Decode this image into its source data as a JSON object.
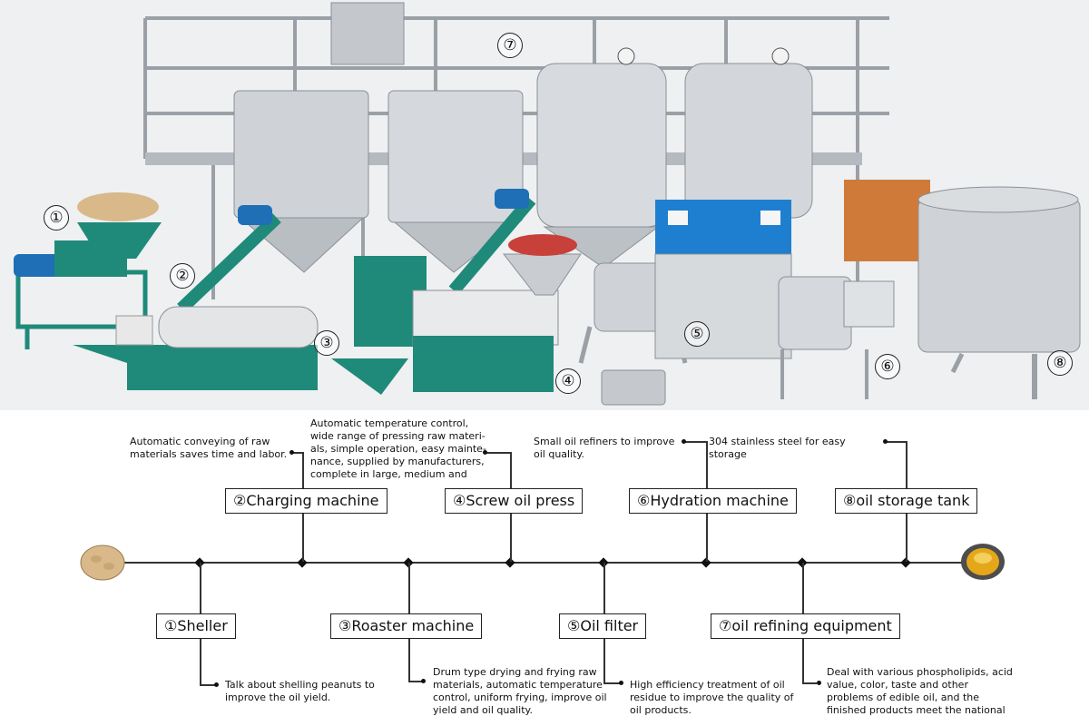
{
  "photo": {
    "labels": [
      "①",
      "②",
      "③",
      "④",
      "⑤",
      "⑥",
      "⑦",
      "⑧"
    ]
  },
  "stages": [
    {
      "id": "1",
      "title": "①Sheller",
      "desc": "Talk about shelling peanuts to improve the oil yield."
    },
    {
      "id": "2",
      "title": "②Charging machine",
      "desc": "Automatic conveying of raw materials saves time and labor."
    },
    {
      "id": "3",
      "title": "③Roaster machine",
      "desc": "Drum type drying and frying raw materials, automatic temperature control, uniform frying, improve oil yield and oil quality."
    },
    {
      "id": "4",
      "title": "④Screw oil press",
      "desc": "Automatic temperature control, wide range of pressing raw materi-als, simple operation, easy mainte-nance, supplied by manufacturers, complete in large, medium and"
    },
    {
      "id": "5",
      "title": "⑤Oil filter",
      "desc": "High efficiency treatment of oil residue to improve the quality of oil products."
    },
    {
      "id": "6",
      "title": "⑥Hydration machine",
      "desc": "Small oil refiners to improve oil quality."
    },
    {
      "id": "7",
      "title": "⑦oil refining equipment",
      "desc": "Deal with various phospholipids, acid value, color, taste and other problems of edible oil, and the finished products meet the national"
    },
    {
      "id": "8",
      "title": "⑧oil storage tank",
      "desc": "304 stainless steel for easy storage"
    }
  ],
  "colors": {
    "machine_green": "#1f8a7a",
    "steel": "#c9ccd0",
    "panel_blue": "#1e7fd0",
    "copper": "#d07a3a"
  }
}
